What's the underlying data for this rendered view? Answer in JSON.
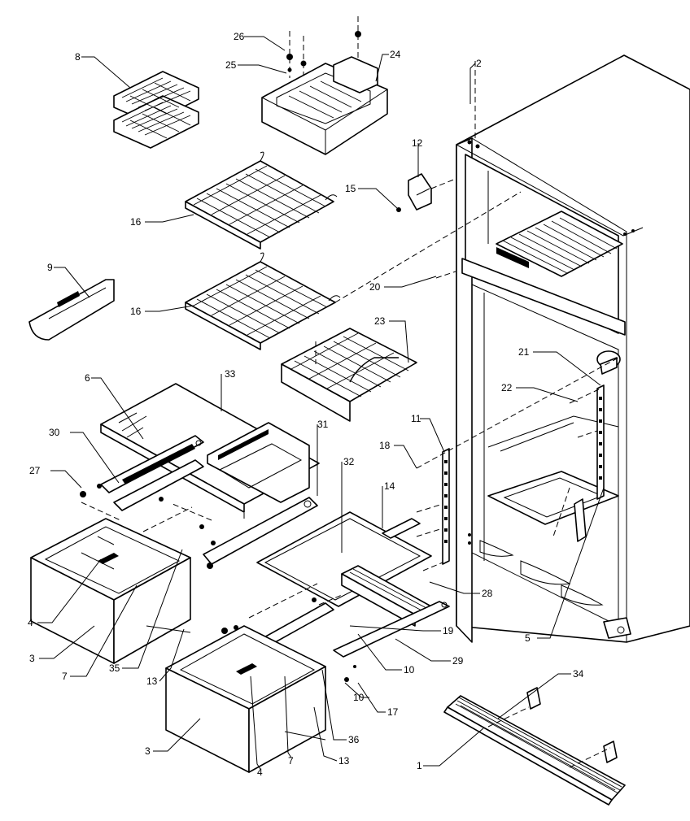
{
  "callouts": [
    {
      "id": "c26",
      "text": "26"
    },
    {
      "id": "c25",
      "text": "25"
    },
    {
      "id": "c24",
      "text": "24"
    },
    {
      "id": "c8",
      "text": "8"
    },
    {
      "id": "c2",
      "text": "2"
    },
    {
      "id": "c12",
      "text": "12"
    },
    {
      "id": "c15",
      "text": "15"
    },
    {
      "id": "c16a",
      "text": "16"
    },
    {
      "id": "c9",
      "text": "9"
    },
    {
      "id": "c16b",
      "text": "16"
    },
    {
      "id": "c20",
      "text": "20"
    },
    {
      "id": "c23",
      "text": "23"
    },
    {
      "id": "c21",
      "text": "21"
    },
    {
      "id": "c6",
      "text": "6"
    },
    {
      "id": "c33",
      "text": "33"
    },
    {
      "id": "c22",
      "text": "22"
    },
    {
      "id": "c11",
      "text": "11"
    },
    {
      "id": "c30",
      "text": "30"
    },
    {
      "id": "c31",
      "text": "31"
    },
    {
      "id": "c18",
      "text": "18"
    },
    {
      "id": "c27",
      "text": "27"
    },
    {
      "id": "c32",
      "text": "32"
    },
    {
      "id": "c14",
      "text": "14"
    },
    {
      "id": "c28",
      "text": "28"
    },
    {
      "id": "c4a",
      "text": "4"
    },
    {
      "id": "c3a",
      "text": "3"
    },
    {
      "id": "c7a",
      "text": "7"
    },
    {
      "id": "c35",
      "text": "35"
    },
    {
      "id": "c13a",
      "text": "13"
    },
    {
      "id": "c5",
      "text": "5"
    },
    {
      "id": "c19",
      "text": "19"
    },
    {
      "id": "c10a",
      "text": "10"
    },
    {
      "id": "c29",
      "text": "29"
    },
    {
      "id": "c10b",
      "text": "10"
    },
    {
      "id": "c17",
      "text": "17"
    },
    {
      "id": "c34",
      "text": "34"
    },
    {
      "id": "c3b",
      "text": "3"
    },
    {
      "id": "c36",
      "text": "36"
    },
    {
      "id": "c4b",
      "text": "4"
    },
    {
      "id": "c7b",
      "text": "7"
    },
    {
      "id": "c13b",
      "text": "13"
    },
    {
      "id": "c1",
      "text": "1"
    }
  ]
}
